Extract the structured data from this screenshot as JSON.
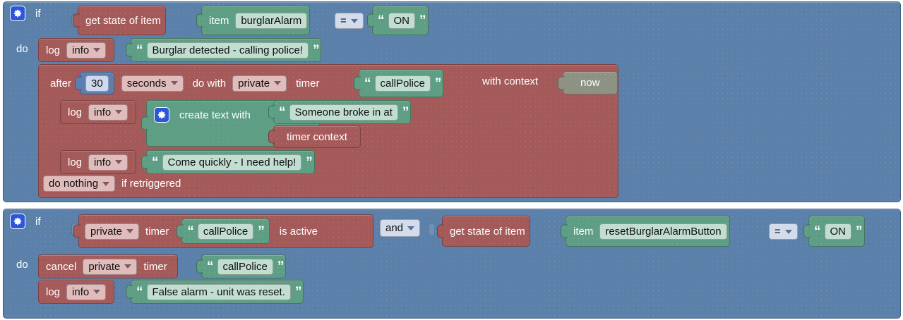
{
  "editor": {
    "name": "blockly-rules-editor",
    "background": "#ffffff",
    "colors": {
      "control_block": "#5b80a9",
      "action_block": "#a55a5a",
      "text_block": "#5e9e85",
      "context_block": "#8e9285",
      "math_block": "#5b7fb0",
      "gear_icon": "#2b56d8"
    }
  },
  "rule1": {
    "name": "burglar-alarm-rule",
    "if_label": "if",
    "do_label": "do",
    "condition": {
      "get_state_label": "get state of item",
      "item_label": "item",
      "item_value": "burglarAlarm",
      "operator": "=",
      "compare_value": "ON"
    },
    "statements": [
      {
        "type": "log",
        "log_label": "log",
        "level": "info",
        "message": "Burglar detected - calling police!"
      },
      {
        "type": "timer",
        "after_label": "after",
        "delay": "30",
        "unit": "seconds",
        "do_with_label": "do with",
        "scope": "private",
        "timer_label": "timer",
        "timer_name": "callPolice",
        "with_context_label": "with context",
        "context_value": "now",
        "retrigger_action": "do nothing",
        "retrigger_label": "if retriggered",
        "body": [
          {
            "type": "log-create-text",
            "log_label": "log",
            "level": "info",
            "create_text_label": "create text with",
            "text_part_1": "Someone broke in at",
            "text_part_2": "timer context"
          },
          {
            "type": "log",
            "log_label": "log",
            "level": "info",
            "message": "Come quickly - I need help!"
          }
        ]
      }
    ]
  },
  "rule2": {
    "name": "reset-alarm-rule",
    "if_label": "if",
    "do_label": "do",
    "condition_left": {
      "scope": "private",
      "timer_label": "timer",
      "timer_name": "callPolice",
      "is_active_label": "is active"
    },
    "logic_operator": "and",
    "condition_right": {
      "get_state_label": "get state of item",
      "item_label": "item",
      "item_value": "resetBurglarAlarmButton",
      "operator": "=",
      "compare_value": "ON"
    },
    "statements": [
      {
        "type": "cancel-timer",
        "cancel_label": "cancel",
        "scope": "private",
        "timer_label": "timer",
        "timer_name": "callPolice"
      },
      {
        "type": "log",
        "log_label": "log",
        "level": "info",
        "message": "False alarm - unit was reset."
      }
    ]
  },
  "icons": {
    "gear": "gear-icon",
    "dropdown": "chevron-down-icon",
    "quote_open": "“",
    "quote_close": "”"
  }
}
